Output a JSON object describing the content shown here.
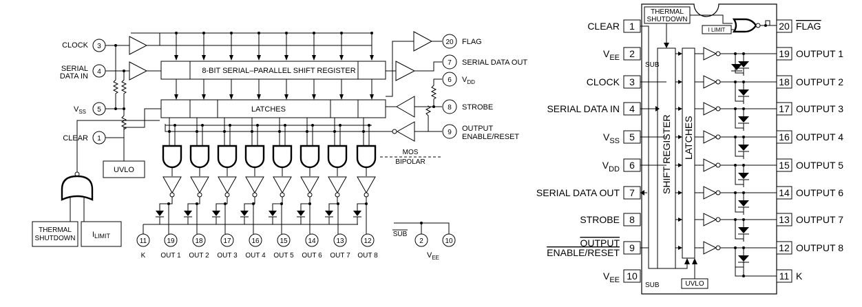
{
  "left_diagram": {
    "pins": [
      {
        "num": "3",
        "label": "CLOCK"
      },
      {
        "num": "4",
        "label": "SERIAL\nDATA IN"
      },
      {
        "num": "5",
        "label": "VSS"
      },
      {
        "num": "1",
        "label": "CLEAR"
      }
    ],
    "right_pins": [
      {
        "num": "20",
        "label": "FLAG"
      },
      {
        "num": "7",
        "label": "SERIAL DATA OUT"
      },
      {
        "num": "6",
        "label": "VDD"
      },
      {
        "num": "8",
        "label": "STROBE"
      },
      {
        "num": "9",
        "label": "OUTPUT\nENABLE/RESET"
      }
    ],
    "shift_register_label": "8-BIT SERIAL–PARALLEL SHIFT REGISTER",
    "latches_label": "LATCHES",
    "uvlo_label": "UVLO",
    "thermal_label": "THERMAL\nSHUTDOWN",
    "ilimit_label": "ILIMIT",
    "mos_label": "MOS",
    "bipolar_label": "BIPOLAR",
    "bottom_pins": [
      {
        "num": "11",
        "label": "K"
      },
      {
        "num": "19",
        "label": "OUT 1"
      },
      {
        "num": "18",
        "label": "OUT 2"
      },
      {
        "num": "17",
        "label": "OUT 3"
      },
      {
        "num": "16",
        "label": "OUT 4"
      },
      {
        "num": "15",
        "label": "OUT 5"
      },
      {
        "num": "14",
        "label": "OUT 6"
      },
      {
        "num": "13",
        "label": "OUT 7"
      },
      {
        "num": "12",
        "label": "OUT 8"
      }
    ],
    "sub_label": "SUB",
    "vee_pins": [
      "2",
      "10"
    ],
    "vee_label": "VEE"
  },
  "right_diagram": {
    "left_pins": [
      {
        "num": "1",
        "label": "CLEAR"
      },
      {
        "num": "2",
        "label": "VEE"
      },
      {
        "num": "3",
        "label": "CLOCK"
      },
      {
        "num": "4",
        "label": "SERIAL DATA IN"
      },
      {
        "num": "5",
        "label": "VSS"
      },
      {
        "num": "6",
        "label": "VDD"
      },
      {
        "num": "7",
        "label": "SERIAL DATA OUT"
      },
      {
        "num": "8",
        "label": "STROBE"
      },
      {
        "num": "9",
        "label": "OUTPUT\nENABLE/RESET"
      },
      {
        "num": "10",
        "label": "VEE"
      }
    ],
    "right_pins": [
      {
        "num": "20",
        "label": "FLAG"
      },
      {
        "num": "19",
        "label": "OUTPUT 1"
      },
      {
        "num": "18",
        "label": "OUTPUT 2"
      },
      {
        "num": "17",
        "label": "OUTPUT 3"
      },
      {
        "num": "16",
        "label": "OUTPUT 4"
      },
      {
        "num": "15",
        "label": "OUTPUT 5"
      },
      {
        "num": "14",
        "label": "OUTPUT 6"
      },
      {
        "num": "13",
        "label": "OUTPUT 7"
      },
      {
        "num": "12",
        "label": "OUTPUT 8"
      },
      {
        "num": "11",
        "label": "K"
      }
    ],
    "thermal_label": "THERMAL\nSHUTDOWN",
    "ilimit_label": "I LIMIT",
    "shift_register_label": "SHIFT REGISTER",
    "latches_label": "LATCHES",
    "uvlo_label": "UVLO",
    "sub_label": "SUB"
  }
}
